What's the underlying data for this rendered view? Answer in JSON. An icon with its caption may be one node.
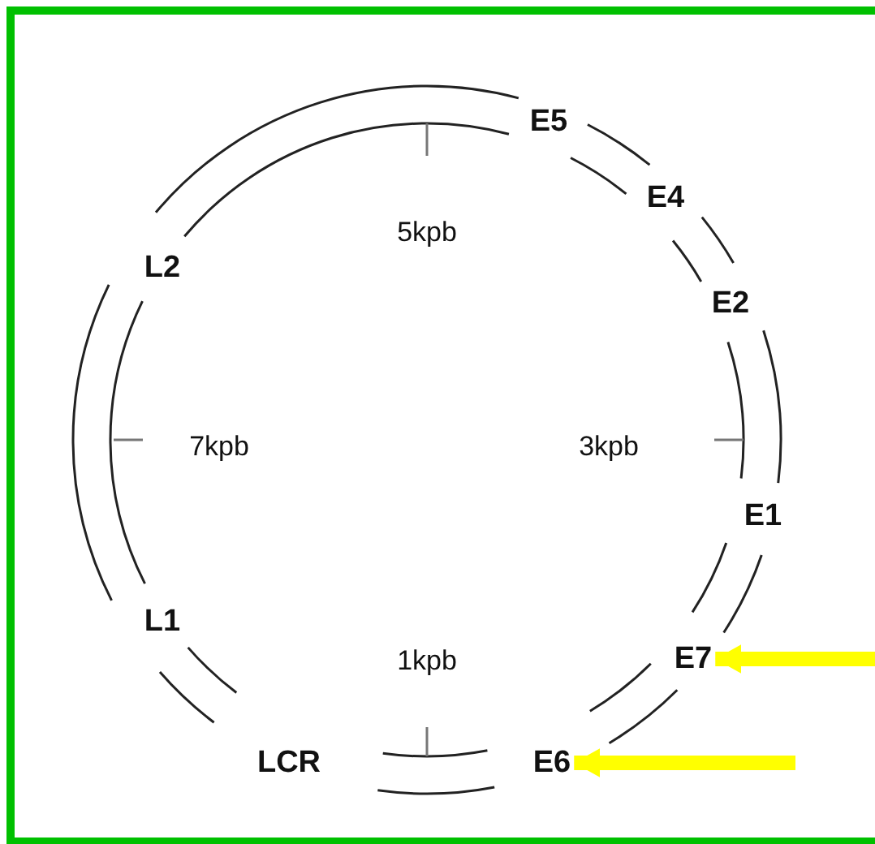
{
  "diagram": {
    "nodes": [
      {
        "text": [
          "E7"
        ]
      },
      {
        "text": [
          "E6"
        ]
      }
    ],
    "edges": [
      {
        "from": null,
        "to": 0,
        "arrow": "to"
      },
      {
        "from": null,
        "to": 1,
        "arrow": "to"
      }
    ],
    "labels": [
      "E5",
      "E4",
      "5kpb",
      "L2",
      "E2",
      "7kpb",
      "3kpb",
      "E1",
      "L1",
      "1kpb",
      "LCR"
    ]
  }
}
